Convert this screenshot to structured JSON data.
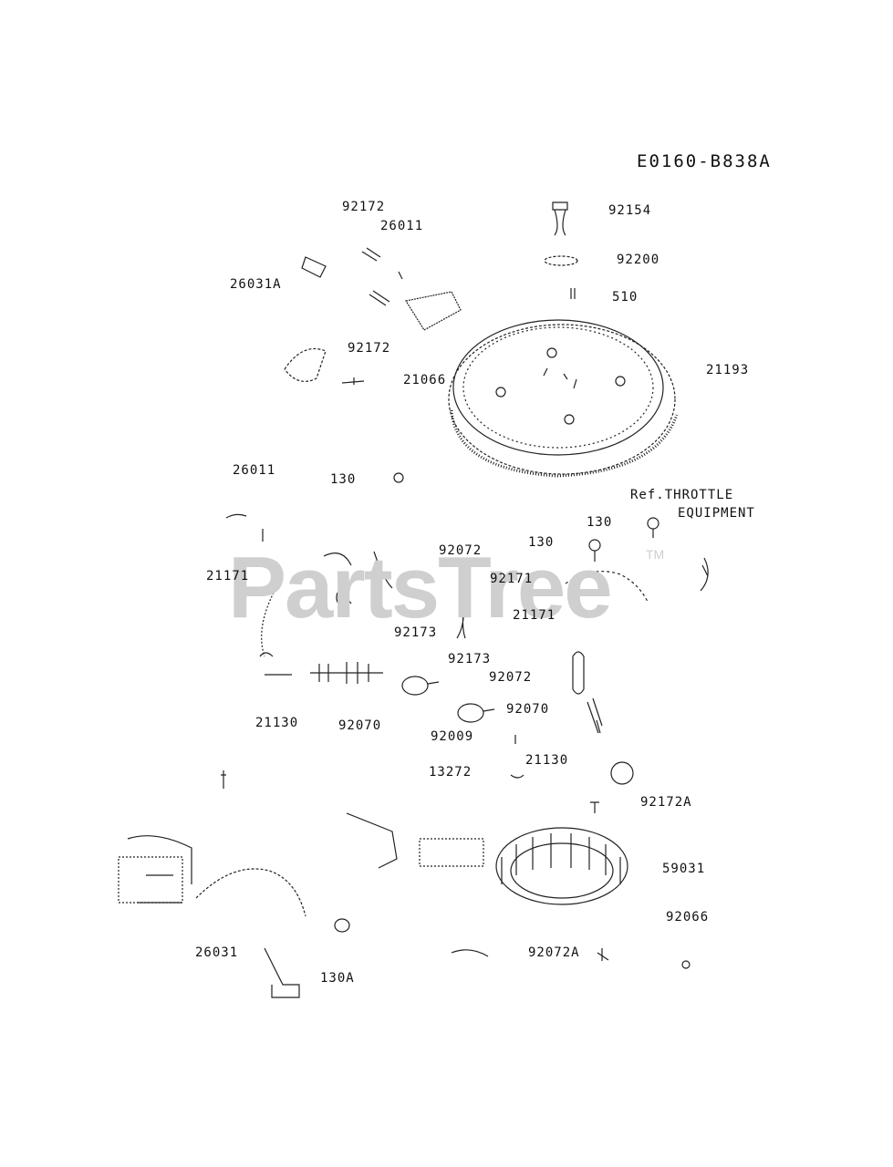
{
  "diagram": {
    "code": "E0160-B838A",
    "reference_note_line1": "Ref.THROTTLE",
    "reference_note_line2": "EQUIPMENT",
    "watermark": "PartsTree",
    "watermark_tm": "TM",
    "labels": [
      {
        "id": "92172-top",
        "text": "92172"
      },
      {
        "id": "26011-top",
        "text": "26011"
      },
      {
        "id": "26031A",
        "text": "26031A"
      },
      {
        "id": "92154",
        "text": "92154"
      },
      {
        "id": "92200",
        "text": "92200"
      },
      {
        "id": "510",
        "text": "510"
      },
      {
        "id": "92172-mid",
        "text": "92172"
      },
      {
        "id": "21066",
        "text": "21066"
      },
      {
        "id": "21193",
        "text": "21193"
      },
      {
        "id": "26011-mid",
        "text": "26011"
      },
      {
        "id": "130-a",
        "text": "130"
      },
      {
        "id": "130-b",
        "text": "130"
      },
      {
        "id": "130-c",
        "text": "130"
      },
      {
        "id": "92072-a",
        "text": "92072"
      },
      {
        "id": "21171-a",
        "text": "21171"
      },
      {
        "id": "92171",
        "text": "92171"
      },
      {
        "id": "21171-b",
        "text": "21171"
      },
      {
        "id": "92173-a",
        "text": "92173"
      },
      {
        "id": "92173-b",
        "text": "92173"
      },
      {
        "id": "92072-b",
        "text": "92072"
      },
      {
        "id": "21130-a",
        "text": "21130"
      },
      {
        "id": "92070-a",
        "text": "92070"
      },
      {
        "id": "92070-b",
        "text": "92070"
      },
      {
        "id": "92009",
        "text": "92009"
      },
      {
        "id": "21130-b",
        "text": "21130"
      },
      {
        "id": "13272",
        "text": "13272"
      },
      {
        "id": "92172A",
        "text": "92172A"
      },
      {
        "id": "59031",
        "text": "59031"
      },
      {
        "id": "92066",
        "text": "92066"
      },
      {
        "id": "26031",
        "text": "26031"
      },
      {
        "id": "92072A",
        "text": "92072A"
      },
      {
        "id": "130A",
        "text": "130A"
      }
    ]
  }
}
